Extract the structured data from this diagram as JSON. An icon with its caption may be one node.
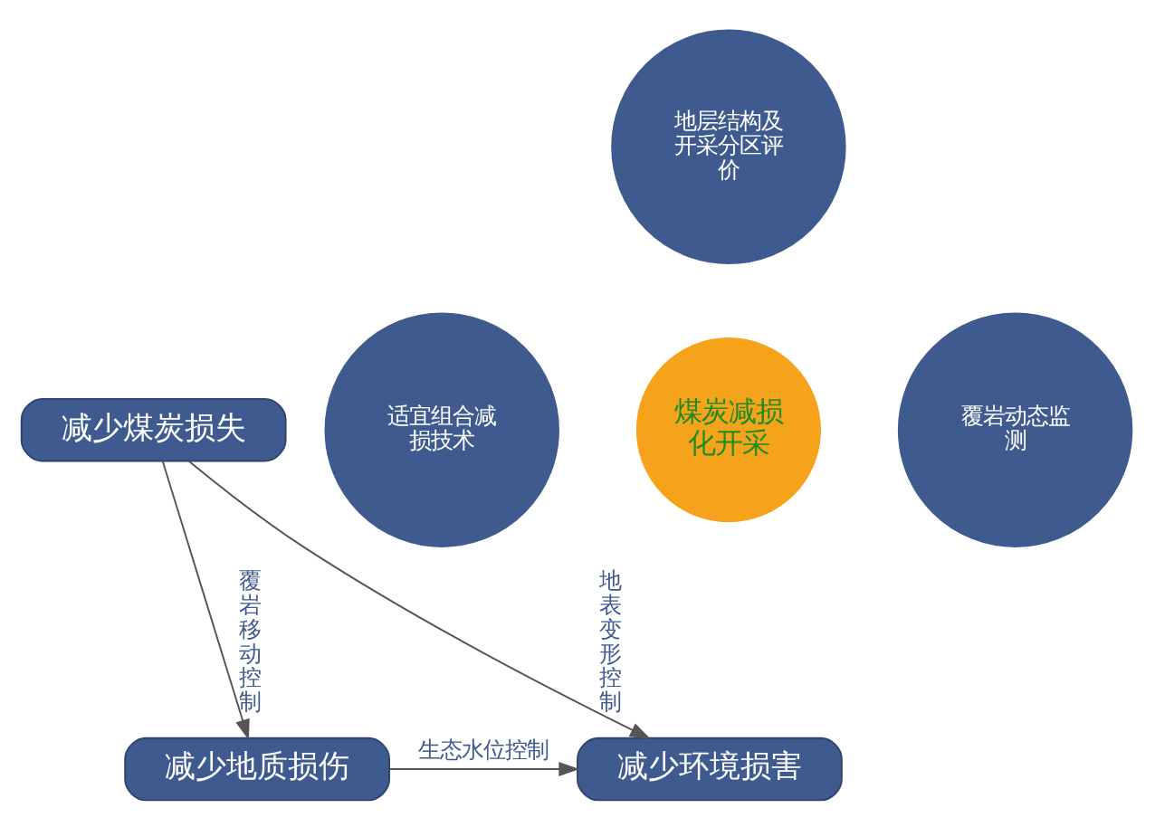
{
  "diagram": {
    "nodes": [
      {
        "text": [
          "减少煤炭损失"
        ]
      },
      {
        "text": [
          "地层结构及开采分区评价"
        ]
      },
      {
        "text": [
          "适宜组合减损技术"
        ]
      },
      {
        "text": [
          "煤炭减损化开采"
        ]
      },
      {
        "text": [
          "覆岩动态监测"
        ]
      },
      {
        "text": [
          "减少地质损伤"
        ]
      },
      {
        "text": [
          "减少环境损害"
        ]
      }
    ],
    "edges": [
      {
        "from": 0,
        "to": 5,
        "arrow": "to",
        "label": "覆岩移动控制"
      },
      {
        "from": 0,
        "to": 6,
        "arrow": "to",
        "label": "地表变形控制"
      },
      {
        "from": 5,
        "to": 6,
        "arrow": "to",
        "label": "生态水位控制"
      }
    ]
  }
}
